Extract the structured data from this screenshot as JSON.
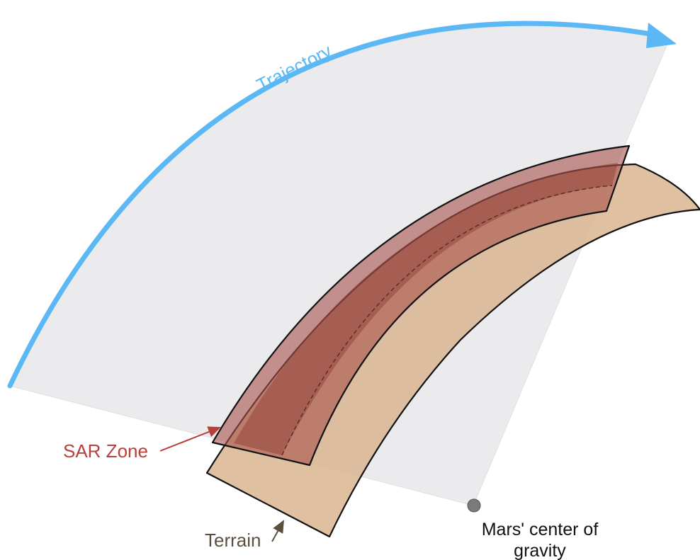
{
  "labels": {
    "trajectory": "Trajectory",
    "sar_zone": "SAR Zone",
    "terrain": "Terrain",
    "center_line1": "Mars' center of",
    "center_line2": "gravity"
  },
  "colors": {
    "trajectory": "#5bb8f5",
    "sector_fill": "#ebebed",
    "sar_label": "#b8403b",
    "sar_fill": "#a8524d",
    "terrain_fill": "#d9b590",
    "terrain_label": "#5a5040",
    "outline": "#111111"
  }
}
